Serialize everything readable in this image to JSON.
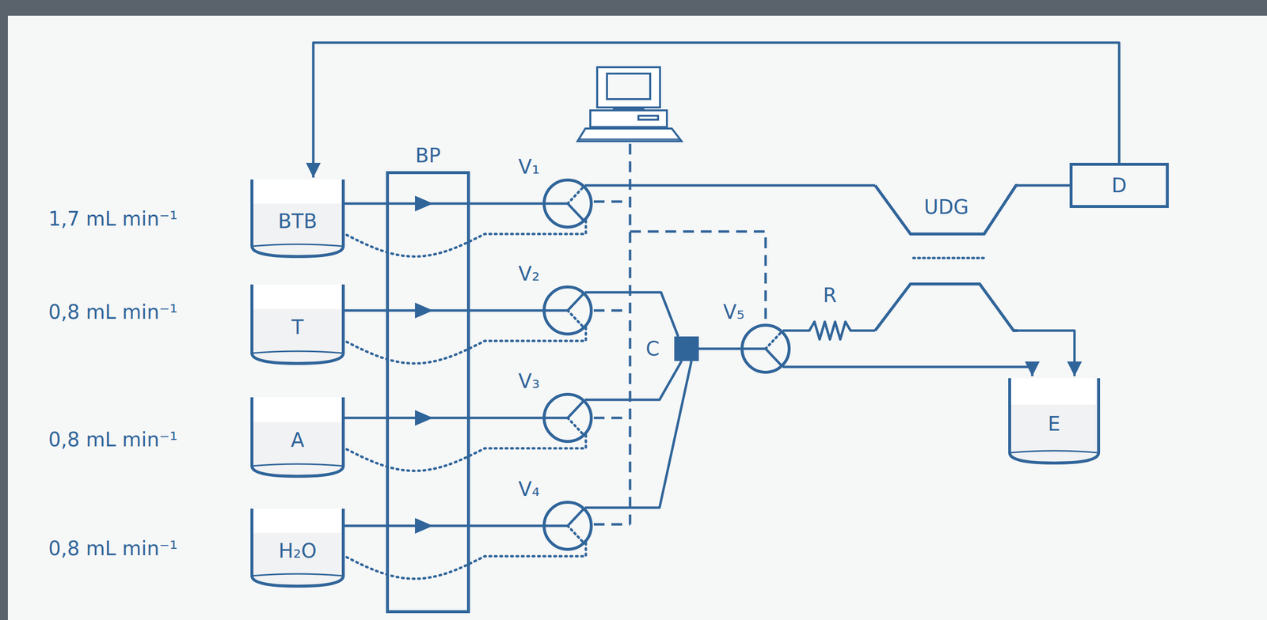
{
  "diagram": {
    "nodes": [
      {
        "text": [
          "BTB"
        ]
      },
      {
        "text": [
          "T"
        ]
      },
      {
        "text": [
          "A"
        ]
      },
      {
        "text": [
          "H₂O"
        ]
      },
      {
        "text": [
          "BP"
        ]
      },
      {
        "text": [
          "V₁"
        ]
      },
      {
        "text": [
          "V₂"
        ]
      },
      {
        "text": [
          "V₃"
        ]
      },
      {
        "text": [
          "V₄"
        ]
      },
      {
        "text": [
          "C"
        ]
      },
      {
        "text": [
          "V₅"
        ]
      },
      {
        "text": [
          "R"
        ]
      },
      {
        "text": [
          "UDG"
        ]
      },
      {
        "text": [
          "D"
        ]
      },
      {
        "text": [
          "E"
        ]
      }
    ],
    "edges": [
      {
        "from": 0,
        "to": 5,
        "arrow": "none"
      },
      {
        "from": 1,
        "to": 6,
        "arrow": "none"
      },
      {
        "from": 2,
        "to": 7,
        "arrow": "none"
      },
      {
        "from": 3,
        "to": 8,
        "arrow": "none"
      },
      {
        "from": 5,
        "to": 0,
        "arrow": "none"
      },
      {
        "from": 6,
        "to": 1,
        "arrow": "none"
      },
      {
        "from": 7,
        "to": 2,
        "arrow": "none"
      },
      {
        "from": 8,
        "to": 3,
        "arrow": "none"
      },
      {
        "from": 5,
        "to": 12,
        "arrow": "none"
      },
      {
        "from": 12,
        "to": 13,
        "arrow": "none"
      },
      {
        "from": 13,
        "to": 0,
        "arrow": "to"
      },
      {
        "from": 6,
        "to": 9,
        "arrow": "none"
      },
      {
        "from": 7,
        "to": 9,
        "arrow": "none"
      },
      {
        "from": 8,
        "to": 9,
        "arrow": "none"
      },
      {
        "from": 9,
        "to": 10,
        "arrow": "none"
      },
      {
        "from": 10,
        "to": 11,
        "arrow": "none"
      },
      {
        "from": 11,
        "to": 12,
        "arrow": "none"
      },
      {
        "from": 12,
        "to": 14,
        "arrow": "to"
      },
      {
        "from": 10,
        "to": 14,
        "arrow": "to"
      }
    ],
    "labels": [
      "1,7 mL min⁻¹",
      "0,8 mL min⁻¹",
      "0,8 mL min⁻¹",
      "0,8 mL min⁻¹"
    ]
  }
}
